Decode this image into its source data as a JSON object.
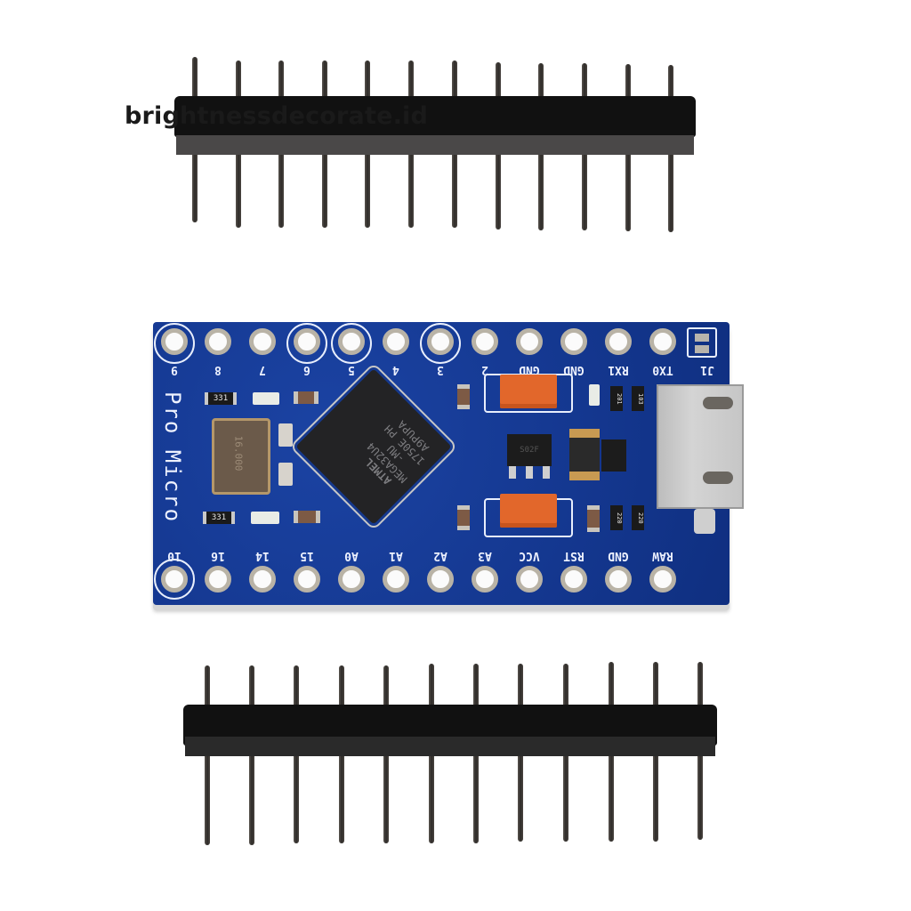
{
  "watermark": {
    "text": "brightnessdecorate.id"
  },
  "board": {
    "name": "Pro Micro",
    "color": "#14378f",
    "silkscreen_color": "#eef2ff",
    "top_row_labels": [
      "9",
      "8",
      "7",
      "6",
      "5",
      "4",
      "3",
      "2",
      "GND",
      "GND",
      "RX1",
      "TX0"
    ],
    "jumper_label": "J1",
    "bottom_row_labels": [
      "10",
      "16",
      "14",
      "15",
      "A0",
      "A1",
      "A2",
      "A3",
      "VCC",
      "RST",
      "GND",
      "RAW"
    ],
    "chip": {
      "lines": [
        "ATMEL",
        "MEGA32U4",
        "-MU",
        "1750E PH",
        "A9PUPA"
      ]
    },
    "crystal": {
      "marking": "16.000"
    },
    "resistors": [
      "331",
      "331",
      "201",
      "103",
      "220",
      "220"
    ],
    "regulator": {
      "marking": "S02F"
    }
  },
  "headers": {
    "top": {
      "pin_count": 12
    },
    "bottom": {
      "pin_count": 12
    }
  }
}
